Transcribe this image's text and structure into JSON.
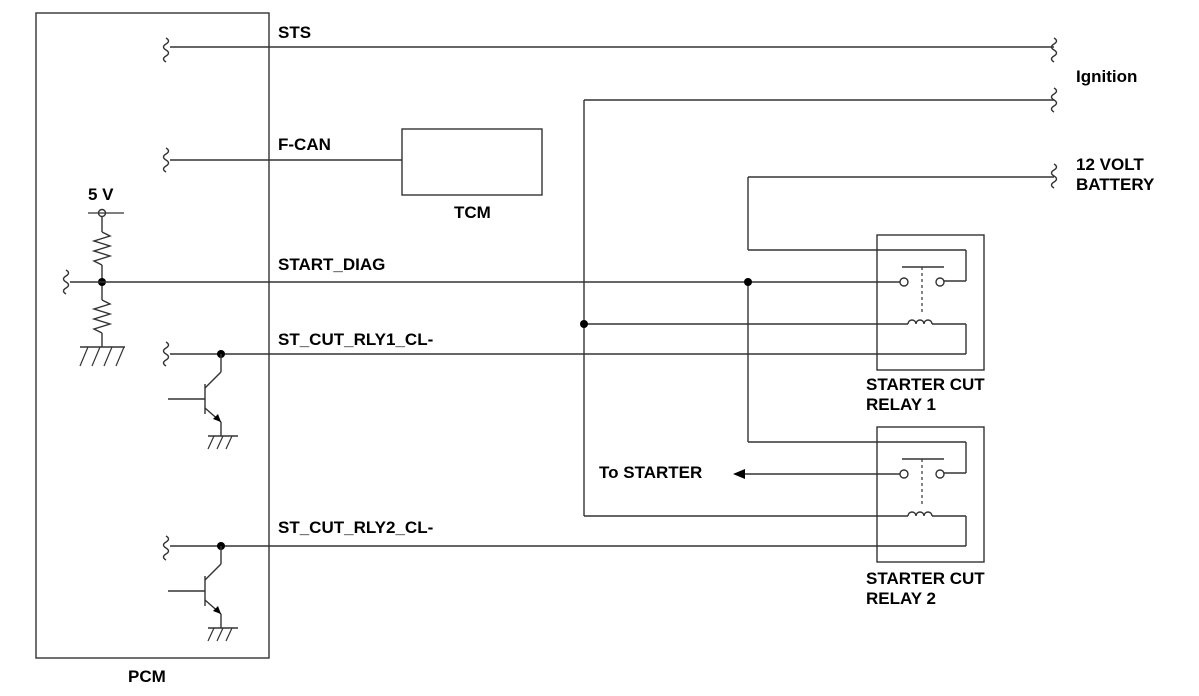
{
  "diagram": {
    "labels": {
      "sts": "STS",
      "fcan": "F-CAN",
      "start_diag": "START_DIAG",
      "st_cut_rly1": "ST_CUT_RLY1_CL-",
      "st_cut_rly2": "ST_CUT_RLY2_CL-",
      "five_v": "5 V",
      "tcm": "TCM",
      "pcm": "PCM",
      "ignition": "Ignition",
      "battery_line1": "12 VOLT",
      "battery_line2": "BATTERY",
      "relay1_line1": "STARTER CUT",
      "relay1_line2": "RELAY 1",
      "relay2_line1": "STARTER CUT",
      "relay2_line2": "RELAY 2",
      "to_starter": "To STARTER"
    }
  }
}
